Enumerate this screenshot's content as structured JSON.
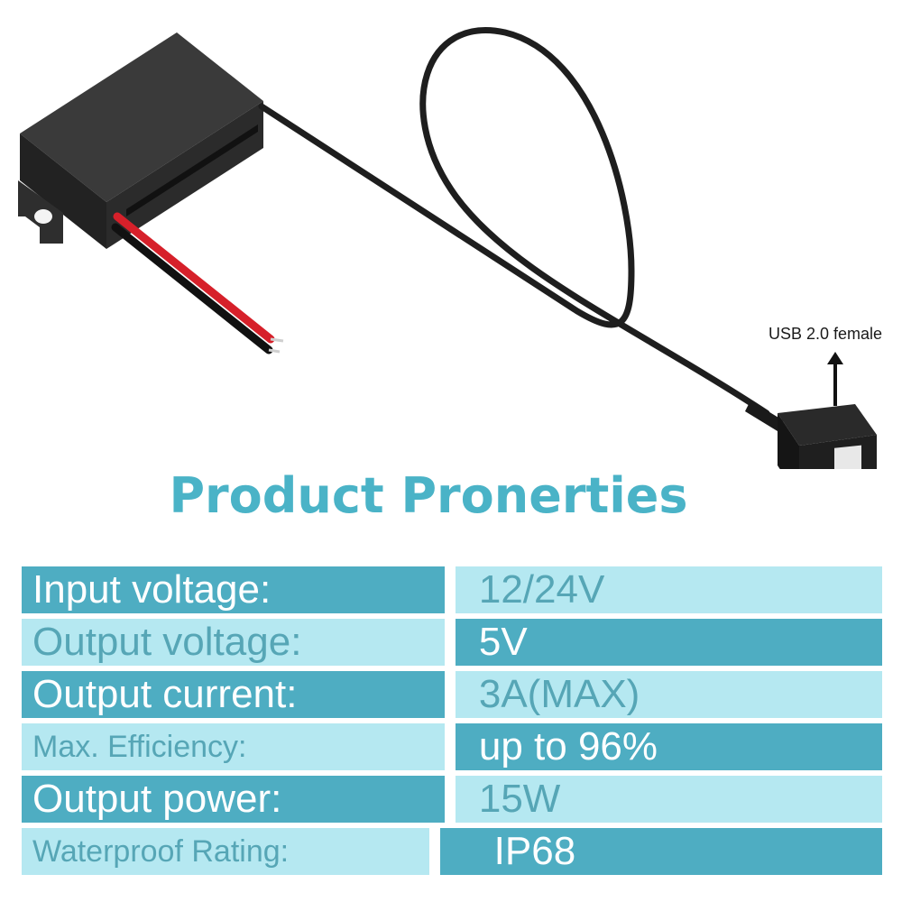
{
  "callout": {
    "label": "USB 2.0 female"
  },
  "heading": {
    "title": "Product Pronerties"
  },
  "properties": [
    {
      "label": "Input voltage:",
      "value": "12/24V"
    },
    {
      "label": "Output voltage:",
      "value": "5V"
    },
    {
      "label": "Output current:",
      "value": "3A(MAX)"
    },
    {
      "label": "Max. Efficiency:",
      "value": "up to 96%"
    },
    {
      "label": "Output power:",
      "value": "15W"
    },
    {
      "label": "Waterproof Rating:",
      "value": "IP68"
    }
  ],
  "colors": {
    "heading": "#4ab3c7",
    "row_dark": "#4eadc2",
    "row_light": "#b5e8f1",
    "text_on_light": "#56a6b6",
    "text_on_dark": "#ffffff"
  }
}
